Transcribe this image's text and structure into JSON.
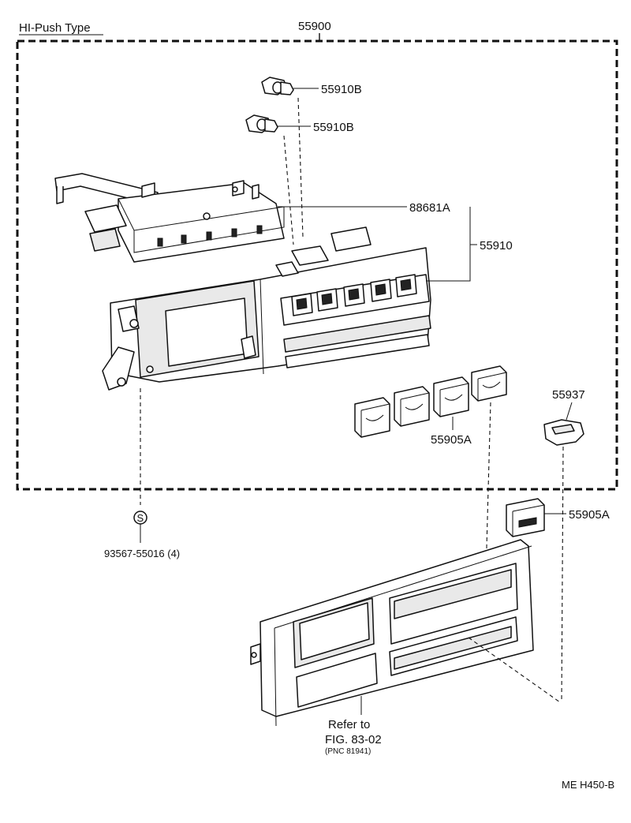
{
  "diagram": {
    "subtitle": "HI-Push Type",
    "assembly_number": "55900",
    "parts": {
      "bulb_upper": "55910B",
      "bulb_lower": "55910B",
      "board": "88681A",
      "control_assembly": "55910",
      "knob": "55937",
      "push_buttons": "55905A",
      "defrost_button": "55905A",
      "screw": "93567-55016 (4)",
      "screw_symbol": "S"
    },
    "reference": {
      "line1": "Refer to",
      "line2": "FIG. 83-02",
      "line3": "(PNC 81941)"
    },
    "code": "ME H450-B"
  }
}
